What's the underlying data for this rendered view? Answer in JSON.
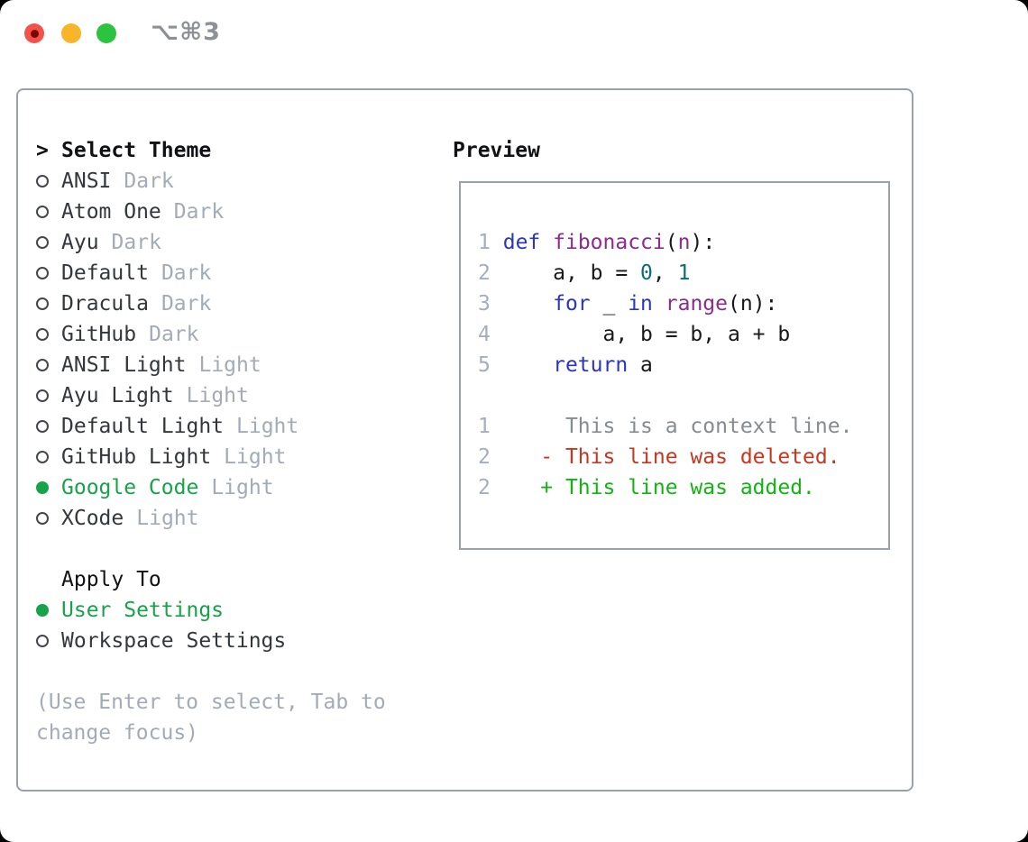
{
  "window": {
    "shortcut_label": "⌥⌘3"
  },
  "colors": {
    "accent_green": "#17a349",
    "text_dark": "#33373c",
    "text_black": "#101114",
    "muted": "#a2abb6",
    "border": "#99a1ac",
    "line_num": "#a4aebc",
    "code_plain": "#17191d",
    "code_keyword": "#2a36bf",
    "code_function": "#8d2b8d",
    "code_literal": "#0c6e70",
    "diff_context": "#868b90",
    "diff_deleted": "#c7371f",
    "diff_added": "#12b412",
    "traffic_red": "#f4514d",
    "traffic_red_dot": "#750b00",
    "traffic_yellow": "#f9b52a",
    "traffic_green": "#2cc43e",
    "titlebar_text": "#8d9095",
    "window_bg": "#ffffff",
    "outside_bg": "#000000"
  },
  "theme_picker": {
    "header_prefix": ">",
    "header": "Select Theme",
    "items": [
      {
        "name": "ANSI",
        "variant": "Dark",
        "selected": false
      },
      {
        "name": "Atom One",
        "variant": "Dark",
        "selected": false
      },
      {
        "name": "Ayu",
        "variant": "Dark",
        "selected": false
      },
      {
        "name": "Default",
        "variant": "Dark",
        "selected": false
      },
      {
        "name": "Dracula",
        "variant": "Dark",
        "selected": false
      },
      {
        "name": "GitHub",
        "variant": "Dark",
        "selected": false
      },
      {
        "name": "ANSI Light",
        "variant": "Light",
        "selected": false
      },
      {
        "name": "Ayu Light",
        "variant": "Light",
        "selected": false
      },
      {
        "name": "Default Light",
        "variant": "Light",
        "selected": false
      },
      {
        "name": "GitHub Light",
        "variant": "Light",
        "selected": false
      },
      {
        "name": "Google Code",
        "variant": "Light",
        "selected": true
      },
      {
        "name": "XCode",
        "variant": "Light",
        "selected": false
      }
    ],
    "apply_to": {
      "label": "Apply To",
      "options": [
        {
          "name": "User Settings",
          "selected": true
        },
        {
          "name": "Workspace Settings",
          "selected": false
        }
      ]
    },
    "hint_line1": "(Use Enter to select, Tab to",
    "hint_line2": "change focus)"
  },
  "preview": {
    "title": "Preview",
    "lines": [
      {
        "num": "1",
        "tokens": [
          [
            "def",
            "kw"
          ],
          [
            " ",
            "pl"
          ],
          [
            "fibonacci",
            "fn"
          ],
          [
            "(",
            "pl"
          ],
          [
            "n",
            "fn"
          ],
          [
            "):",
            "pl"
          ]
        ]
      },
      {
        "num": "2",
        "tokens": [
          [
            "    a, b = ",
            "pl"
          ],
          [
            "0",
            "lit"
          ],
          [
            ", ",
            "pl"
          ],
          [
            "1",
            "lit"
          ]
        ]
      },
      {
        "num": "3",
        "tokens": [
          [
            "    ",
            "pl"
          ],
          [
            "for",
            "kw"
          ],
          [
            " _ ",
            "pl"
          ],
          [
            "in",
            "kw"
          ],
          [
            " ",
            "pl"
          ],
          [
            "range",
            "fn"
          ],
          [
            "(n):",
            "pl"
          ]
        ]
      },
      {
        "num": "4",
        "tokens": [
          [
            "        a, b = b, a + b",
            "pl"
          ]
        ]
      },
      {
        "num": "5",
        "tokens": [
          [
            "    ",
            "pl"
          ],
          [
            "return",
            "kw"
          ],
          [
            " a",
            "pl"
          ]
        ]
      },
      {
        "num": "",
        "tokens": []
      },
      {
        "num": "1",
        "tokens": [
          [
            "     This is a context line.",
            "ctx"
          ]
        ]
      },
      {
        "num": "2",
        "tokens": [
          [
            "   ",
            "pl"
          ],
          [
            "- This line was deleted.",
            "del"
          ]
        ]
      },
      {
        "num": "2",
        "tokens": [
          [
            "   ",
            "pl"
          ],
          [
            "+ This line was added.",
            "add"
          ]
        ]
      }
    ]
  }
}
